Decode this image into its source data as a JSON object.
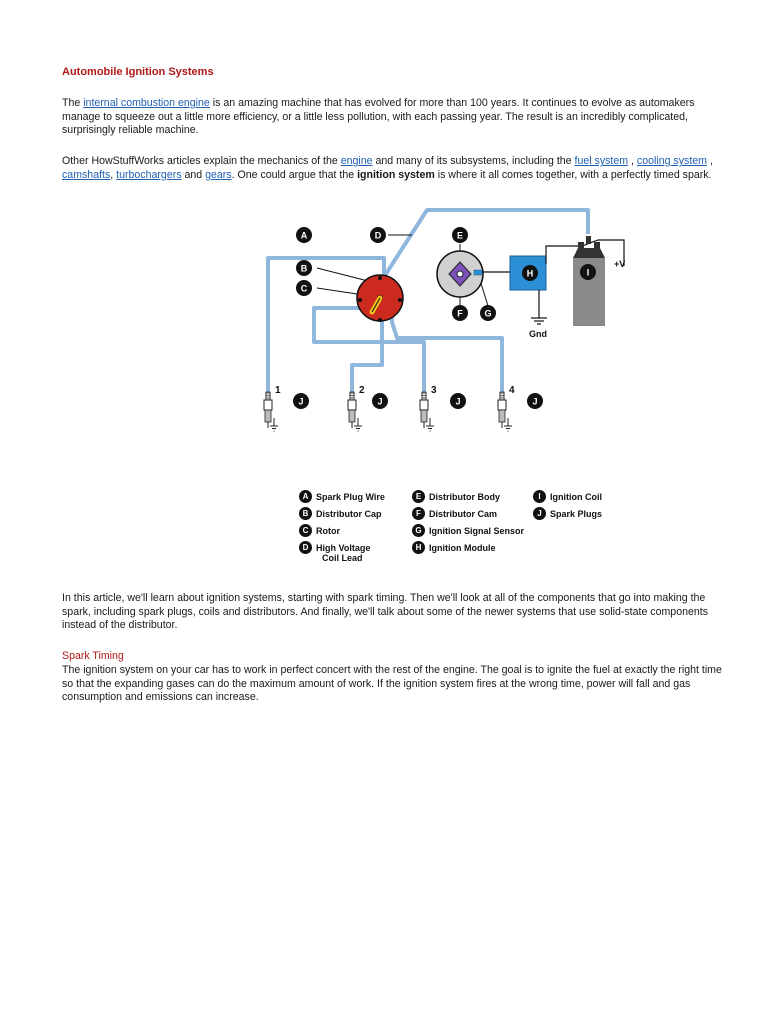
{
  "doc": {
    "title": "Automobile Ignition Systems",
    "p1": {
      "t1": "The ",
      "link1": "internal combustion engine",
      "t2": " is an amazing machine that has evolved for more than 100 years. It continues to evolve as automakers manage to squeeze out a little more efficiency, or a little less pollution, with each passing year. The result is an incredibly complicated, surprisingly reliable machine."
    },
    "p2": {
      "t1": "Other HowStuffWorks articles explain the mechanics of the ",
      "link_engine": "engine",
      "t2": " and many of its subsystems, including the ",
      "link_fuel": "fuel system",
      "c1": " , ",
      "link_cooling": "cooling system",
      "c2": " , ",
      "link_cam": "camshafts",
      "c3": ", ",
      "link_turbo": "turbochargers",
      "t3": " and ",
      "link_gears": "gears",
      "t4": ". One could argue that the ",
      "bold": "ignition system",
      "t5": " is where it all comes together, with a perfectly timed spark."
    },
    "p3": "In this article, we'll learn about ignition systems, starting with spark timing. Then we'll look at all of the components that go into making the spark, including spark plugs, coils and distributors. And finally, we'll talk about some of the newer systems that use solid-state components instead of the distributor.",
    "h2": "Spark Timing",
    "p4": "The ignition system on your car has to work in perfect concert with the rest of the engine. The goal is to ignite the fuel at exactly the right time so that the expanding gases can do the maximum amount of work. If the ignition system fires at the wrong time, power will fall and gas consumption and emissions can increase."
  },
  "diagram": {
    "callouts": [
      "A",
      "B",
      "C",
      "D",
      "E",
      "F",
      "G",
      "H",
      "I",
      "J"
    ],
    "plug_numbers": [
      "1",
      "2",
      "3",
      "4"
    ],
    "voltage_label": "+V",
    "ground_label": "Gnd"
  },
  "legend": [
    {
      "letter": "A",
      "label": "Spark Plug Wire"
    },
    {
      "letter": "B",
      "label": "Distributor Cap"
    },
    {
      "letter": "C",
      "label": "Rotor"
    },
    {
      "letter": "D",
      "label": "High Voltage",
      "sub": "Coil Lead"
    },
    {
      "letter": "E",
      "label": "Distributor Body"
    },
    {
      "letter": "F",
      "label": "Distributor Cam"
    },
    {
      "letter": "G",
      "label": "Ignition Signal Sensor"
    },
    {
      "letter": "H",
      "label": "Ignition Module"
    },
    {
      "letter": "I",
      "label": "Ignition Coil"
    },
    {
      "letter": "J",
      "label": "Spark Plugs"
    }
  ],
  "colors": {
    "title_red": "#b01818",
    "link_blue": "#1f5fb3",
    "wire_blue": "#8fb6dc",
    "rotor_red": "#cc2a1e",
    "module_blue": "#2d8fd6",
    "coil_gray": "#8a8a8a"
  }
}
